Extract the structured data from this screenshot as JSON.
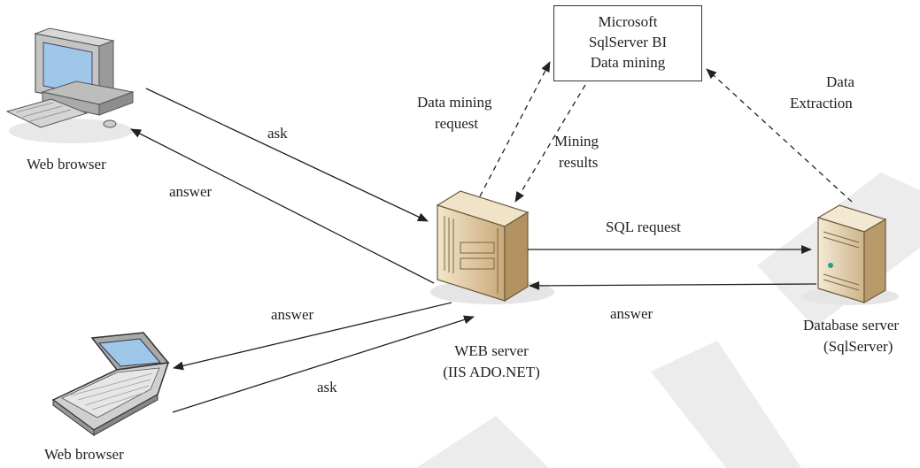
{
  "bi_box": {
    "line1": "Microsoft",
    "line2": "SqlServer BI",
    "line3": "Data mining"
  },
  "nodes": {
    "desktop_label": "Web browser",
    "laptop_label": "Web browser",
    "web_server_label": "WEB server",
    "web_server_sublabel": "(IIS ADO.NET)",
    "db_server_label": "Database server",
    "db_server_sublabel": "(SqlServer)"
  },
  "edges": {
    "desktop_ask": "ask",
    "desktop_answer": "answer",
    "laptop_answer": "answer",
    "laptop_ask": "ask",
    "sql_request": "SQL request",
    "db_answer": "answer",
    "mining_request_line1": "Data mining",
    "mining_request_line2": "request",
    "mining_results_line1": "Mining",
    "mining_results_line2": "results",
    "extraction_line1": "Data",
    "extraction_line2": "Extraction"
  },
  "colors": {
    "watermark": "#ececec",
    "line": "#222222",
    "server_body": "#e6d2ad",
    "screen": "#9fc7ea"
  }
}
